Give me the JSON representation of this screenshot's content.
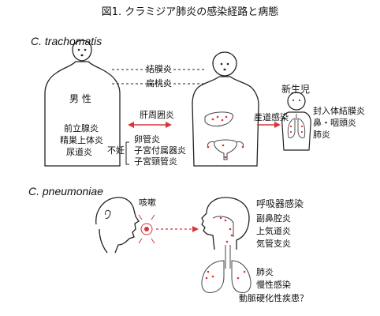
{
  "title": "図1. クラミジア肺炎の感染経路と病態",
  "trachomatis": {
    "name": "C. trachomatis",
    "conjunctivitis": "結膜炎",
    "tonsillitis": "扁桃炎",
    "male": "男 性",
    "male_diseases": [
      "前立腺炎",
      "精巣上体炎",
      "尿道炎"
    ],
    "perihepatitis": "肝周囲炎",
    "infertility": "不妊",
    "female_diseases": [
      "卵管炎",
      "子宮付属器炎",
      "子宮頸管炎"
    ],
    "birth_canal": "産道感染",
    "newborn": "新生児",
    "newborn_diseases": [
      "封入体結膜炎",
      "鼻・咽頭炎",
      "肺炎"
    ]
  },
  "pneumoniae": {
    "name": "C. pneumoniae",
    "cough": "咳嗽",
    "respiratory": "呼吸器感染",
    "upper_diseases": [
      "副鼻腔炎",
      "上気道炎",
      "気管支炎"
    ],
    "lower_diseases": [
      "肺炎",
      "慢性感染",
      "動脈硬化性疾患？"
    ]
  },
  "colors": {
    "accent": "#d9343a",
    "line": "#222222"
  }
}
